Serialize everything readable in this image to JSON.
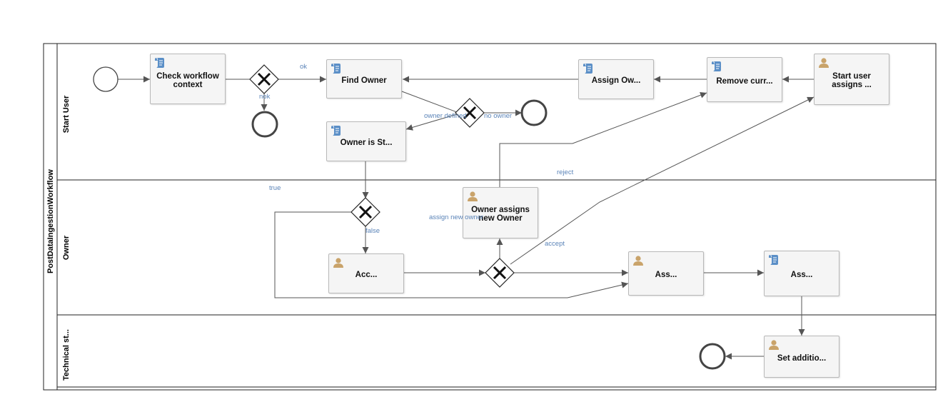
{
  "pool": {
    "label": "PostDataIngestionWorkflow"
  },
  "lanes": [
    {
      "id": "start-user",
      "label": "Start User"
    },
    {
      "id": "owner",
      "label": "Owner"
    },
    {
      "id": "technical",
      "label": "Technical st..."
    }
  ],
  "tasks": {
    "check_workflow_context": {
      "label": "Check workflow context",
      "icon": "script-icon"
    },
    "find_owner": {
      "label": "Find Owner",
      "icon": "script-icon"
    },
    "owner_is_start_user": {
      "label": "Owner is St...",
      "icon": "script-icon"
    },
    "assign_owner": {
      "label": "Assign Ow...",
      "icon": "script-icon"
    },
    "remove_current": {
      "label": "Remove curr...",
      "icon": "script-icon"
    },
    "start_user_assigns": {
      "label": "Start user assigns ...",
      "icon": "user-icon"
    },
    "owner_assigns_new_owner": {
      "label": "Owner assigns new Owner",
      "icon": "user-icon"
    },
    "accept_task": {
      "label": "Acc...",
      "icon": "user-icon"
    },
    "assign_user_task": {
      "label": "Ass...",
      "icon": "user-icon"
    },
    "assign_script_task": {
      "label": "Ass...",
      "icon": "script-icon"
    },
    "set_additional": {
      "label": "Set additio...",
      "icon": "user-icon"
    }
  },
  "flow_labels": {
    "ok": "ok",
    "nok": "nok",
    "owner_defined": "owner defined",
    "no_owner": "no owner",
    "true": "true",
    "false": "false",
    "reject": "reject",
    "assign_new_owner": "assign new owner",
    "accept": "accept"
  },
  "colors": {
    "line": "#555555",
    "border": "#222222",
    "task_fill": "#f5f5f5",
    "flow_label": "#5b84b8",
    "script_icon": "#5b8fc7",
    "user_icon": "#c9a36a"
  }
}
